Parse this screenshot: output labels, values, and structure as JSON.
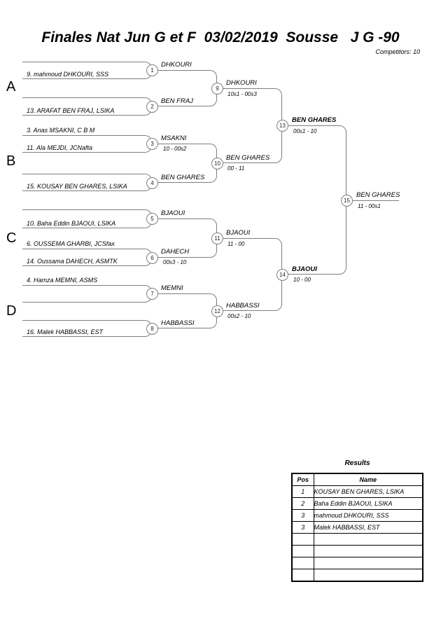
{
  "header": {
    "title": "Finales Nat Jun G et F  03/02/2019  Sousse   J G -90",
    "competitors": "Competitors: 10"
  },
  "groups": [
    {
      "label": "A"
    },
    {
      "label": "B"
    },
    {
      "label": "C"
    },
    {
      "label": "D"
    }
  ],
  "bracket": {
    "entries": [
      {
        "name": "9. mahmoud DHKOURI, SSS"
      },
      {
        "name": "13. ARAFAT BEN FRAJ, LSIKA"
      },
      {
        "name": "3. Anas MSAKNI, C B M"
      },
      {
        "name": "11. Ala MEJDI, JCNafta"
      },
      {
        "name": "15. KOUSAY BEN GHARES, LSIKA"
      },
      {
        "name": "10. Baha Eddin BJAOUI, LSIKA"
      },
      {
        "name": "6. OUSSEMA GHARBI, JCSfax"
      },
      {
        "name": "14. Oussama DAHECH, ASMTK"
      },
      {
        "name": "4. Hamza MEMNI, ASMS"
      },
      {
        "name": "16. Malek HABBASSI, EST"
      }
    ],
    "matches": [
      {
        "number": "1",
        "winner": "DHKOURI",
        "score": ""
      },
      {
        "number": "2",
        "winner": "BEN FRAJ",
        "score": ""
      },
      {
        "number": "3",
        "winner": "MSAKNI",
        "score": "10 - 00s2"
      },
      {
        "number": "4",
        "winner": "BEN GHARES",
        "score": ""
      },
      {
        "number": "5",
        "winner": "BJAOUI",
        "score": ""
      },
      {
        "number": "6",
        "winner": "DAHECH",
        "score": "00s3 - 10"
      },
      {
        "number": "7",
        "winner": "MEMNI",
        "score": ""
      },
      {
        "number": "8",
        "winner": "HABBASSI",
        "score": ""
      },
      {
        "number": "9",
        "winner": "DHKOURI",
        "score": "10s1 - 00s3"
      },
      {
        "number": "10",
        "winner": "BEN GHARES",
        "score": "00 - 11"
      },
      {
        "number": "11",
        "winner": "BJAOUI",
        "score": "11 - 00"
      },
      {
        "number": "12",
        "winner": "HABBASSI",
        "score": "00s2 - 10"
      },
      {
        "number": "13",
        "winner": "BEN GHARES",
        "score": "00s1 - 10"
      },
      {
        "number": "14",
        "winner": "BJAOUI",
        "score": "10 - 00"
      },
      {
        "number": "15",
        "winner": "BEN GHARES",
        "score": "11 - 00s1"
      }
    ]
  },
  "results": {
    "title": "Results",
    "columns": {
      "pos": "Pos",
      "name": "Name"
    },
    "rows": [
      {
        "pos": "1",
        "name": "KOUSAY BEN GHARES, LSIKA"
      },
      {
        "pos": "2",
        "name": "Baha Eddin BJAOUI, LSIKA"
      },
      {
        "pos": "3",
        "name": "mahmoud DHKOURI, SSS"
      },
      {
        "pos": "3",
        "name": "Malek HABBASSI, EST"
      },
      {
        "pos": "",
        "name": ""
      },
      {
        "pos": "",
        "name": ""
      },
      {
        "pos": "",
        "name": ""
      },
      {
        "pos": "",
        "name": ""
      }
    ]
  }
}
